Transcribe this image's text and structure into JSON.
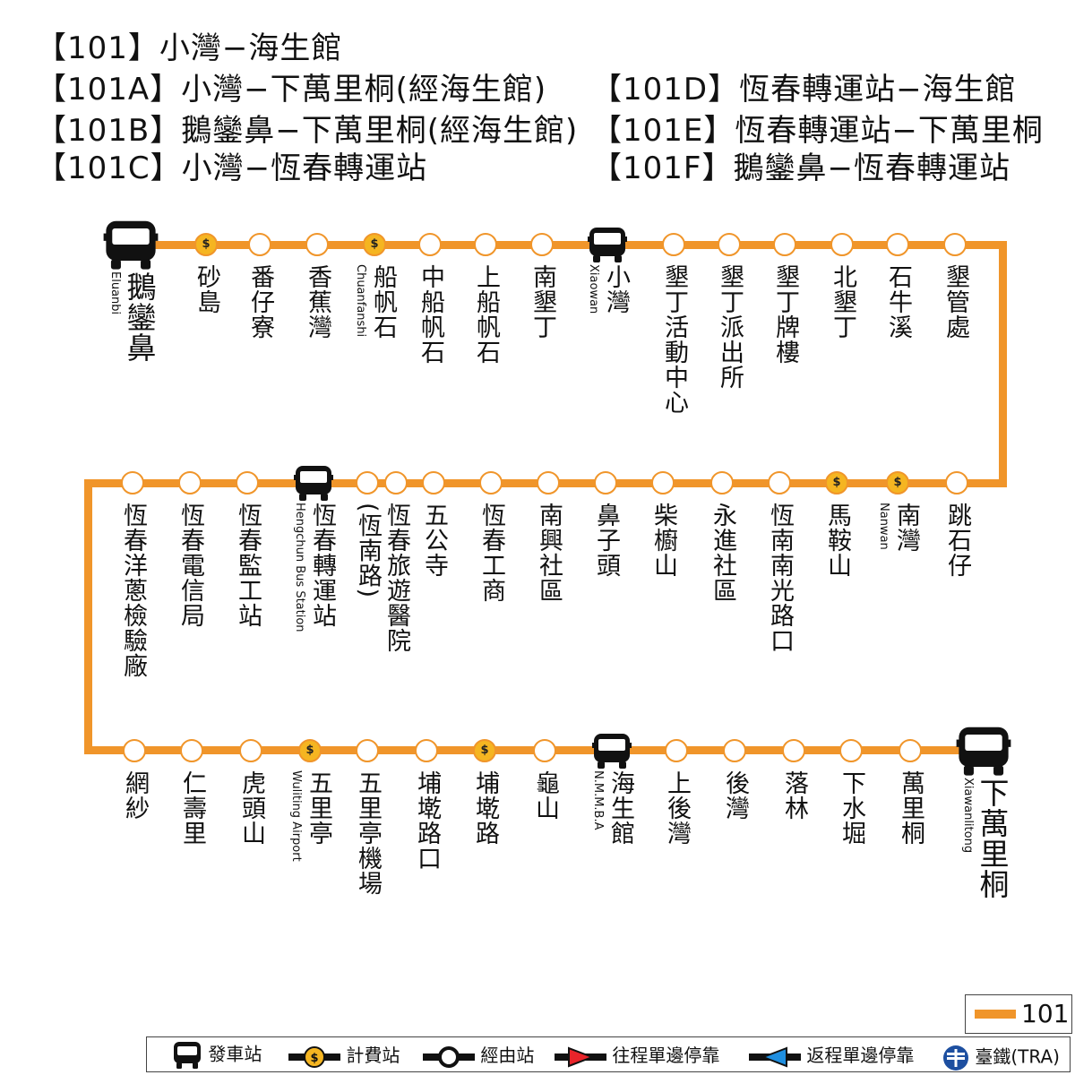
{
  "header": {
    "left": [
      "【101】小灣−海生館",
      "【101A】小灣−下萬里桐(經海生館)",
      "【101B】鵝鑾鼻−下萬里桐(經海生館)",
      "【101C】小灣−恆春轉運站"
    ],
    "right": [
      "【101D】恆春轉運站−海生館",
      "【101E】恆春轉運站−下萬里桐",
      "【101F】鵝鑾鼻−恆春轉運站"
    ]
  },
  "colors": {
    "route": "#f0952a",
    "fare": "#f5b521"
  },
  "fare_symbol": "$",
  "row1": [
    {
      "name": "鵝鑾鼻",
      "en": "Eluanbi",
      "type": "terminal"
    },
    {
      "name": "砂島",
      "type": "fare"
    },
    {
      "name": "番仔寮",
      "type": "stop"
    },
    {
      "name": "香蕉灣",
      "type": "stop"
    },
    {
      "name": "船帆石",
      "en": "Chuanfanshi",
      "type": "fare"
    },
    {
      "name": "中船帆石",
      "type": "stop"
    },
    {
      "name": "上船帆石",
      "type": "stop"
    },
    {
      "name": "南墾丁",
      "type": "stop"
    },
    {
      "name": "小灣",
      "en": "Xiaowan",
      "type": "bus"
    },
    {
      "name": "墾丁活動中心",
      "type": "stop"
    },
    {
      "name": "墾丁派出所",
      "type": "stop"
    },
    {
      "name": "墾丁牌樓",
      "type": "stop"
    },
    {
      "name": "北墾丁",
      "type": "stop"
    },
    {
      "name": "石牛溪",
      "type": "stop"
    },
    {
      "name": "墾管處",
      "type": "stop"
    }
  ],
  "row2": [
    {
      "name": "恆春洋蔥檢驗廠",
      "type": "stop"
    },
    {
      "name": "恆春電信局",
      "type": "stop"
    },
    {
      "name": "恆春監工站",
      "type": "stop"
    },
    {
      "name": "恆春轉運站",
      "en": "Hengchun Bus Station",
      "type": "bus"
    },
    {
      "name": "(恆南路)",
      "type": "stop"
    },
    {
      "name": "恆春旅遊醫院",
      "type": "stop"
    },
    {
      "name": "五公寺",
      "type": "stop"
    },
    {
      "name": "恆春工商",
      "type": "stop"
    },
    {
      "name": "南興社區",
      "type": "stop"
    },
    {
      "name": "鼻子頭",
      "type": "stop"
    },
    {
      "name": "柴櫥山",
      "type": "stop"
    },
    {
      "name": "永進社區",
      "type": "stop"
    },
    {
      "name": "恆南南光路口",
      "type": "stop"
    },
    {
      "name": "馬鞍山",
      "type": "fare"
    },
    {
      "name": "南灣",
      "en": "Nanwan",
      "type": "fare"
    },
    {
      "name": "跳石仔",
      "type": "stop"
    }
  ],
  "row3": [
    {
      "name": "網紗",
      "type": "stop"
    },
    {
      "name": "仁壽里",
      "type": "stop"
    },
    {
      "name": "虎頭山",
      "type": "stop"
    },
    {
      "name": "五里亭",
      "en": "Wuliting Airport",
      "type": "fare"
    },
    {
      "name": "五里亭機場",
      "type": "stop"
    },
    {
      "name": "埔墘路口",
      "type": "stop"
    },
    {
      "name": "埔墘路",
      "type": "fare"
    },
    {
      "name": "龜山",
      "type": "stop"
    },
    {
      "name": "海生館",
      "en": "N.M.M.B.A",
      "type": "bus"
    },
    {
      "name": "上後灣",
      "type": "stop"
    },
    {
      "name": "後灣",
      "type": "stop"
    },
    {
      "name": "落林",
      "type": "stop"
    },
    {
      "name": "下水堀",
      "type": "stop"
    },
    {
      "name": "萬里桐",
      "type": "stop"
    },
    {
      "name": "下萬里桐",
      "en": "Xiawanlitong",
      "type": "terminal"
    }
  ],
  "route_key": "101",
  "legend": {
    "start": "發車站",
    "fare": "計費站",
    "via": "經由站",
    "outbound": "往程單邊停靠",
    "inbound": "返程單邊停靠",
    "tra": "臺鐵(TRA)"
  }
}
